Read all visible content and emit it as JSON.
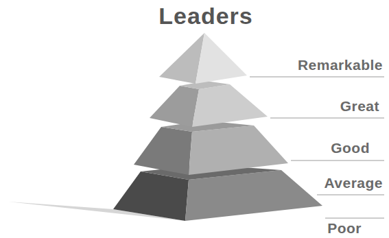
{
  "diagram": {
    "title": "Leaders",
    "labels": [
      "Remarkable",
      "Great",
      "Good",
      "Average",
      "Poor"
    ]
  }
}
